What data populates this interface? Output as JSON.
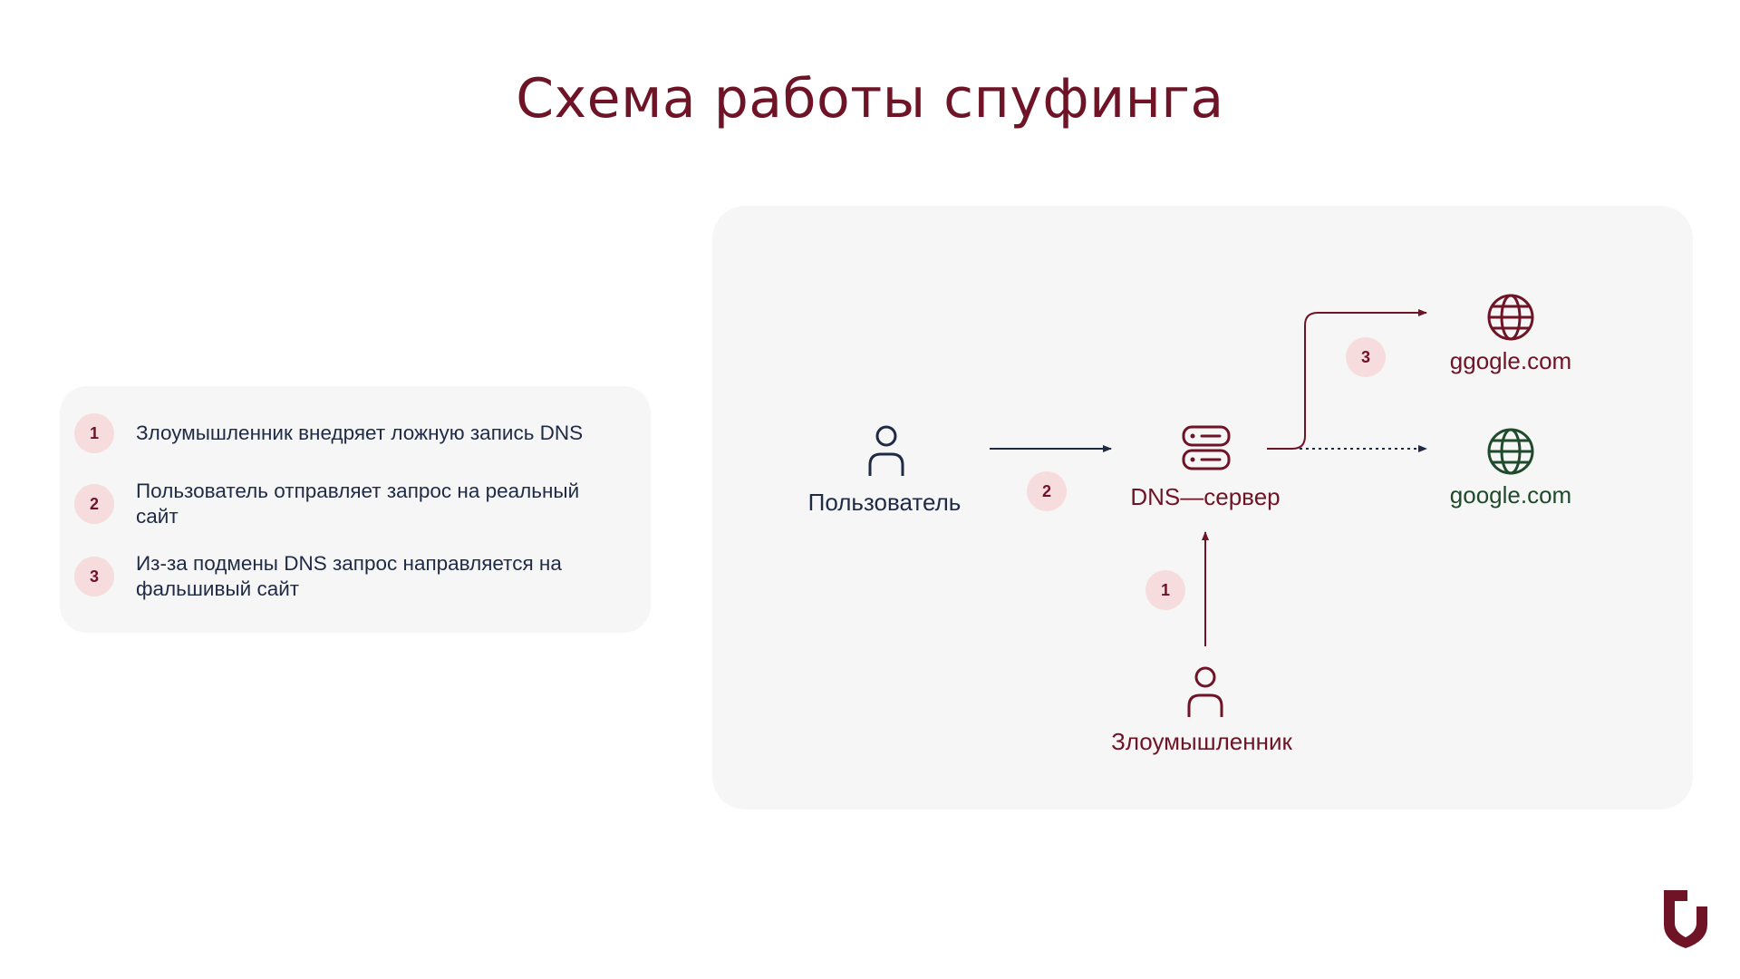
{
  "title": "Схема работы спуфинга",
  "legend": {
    "items": [
      {
        "num": "1",
        "text": "Злоумышленник внедряет ложную запись DNS"
      },
      {
        "num": "2",
        "text": "Пользователь отправляет запрос на реальный сайт"
      },
      {
        "num": "3",
        "text": "Из-за подмены DNS запрос направляется на фальшивый сайт"
      }
    ]
  },
  "diagram": {
    "user_label": "Пользователь",
    "dns_label": "DNS—сервер",
    "attacker_label": "Злоумышленник",
    "fake_site_label": "ggogle.com",
    "real_site_label": "google.com",
    "step_user_to_dns": "2",
    "step_attacker_to_dns": "1",
    "step_dns_to_fake": "3"
  },
  "colors": {
    "accent": "#6e1426",
    "navy": "#1f2a44",
    "green": "#1f4a2c",
    "badge_bg": "#f6dcdc",
    "panel_bg": "#f6f6f6"
  },
  "icons": {
    "user": "person-icon",
    "attacker": "person-icon",
    "dns": "server-icon",
    "sites": "globe-icon",
    "logo": "shield-logo"
  }
}
